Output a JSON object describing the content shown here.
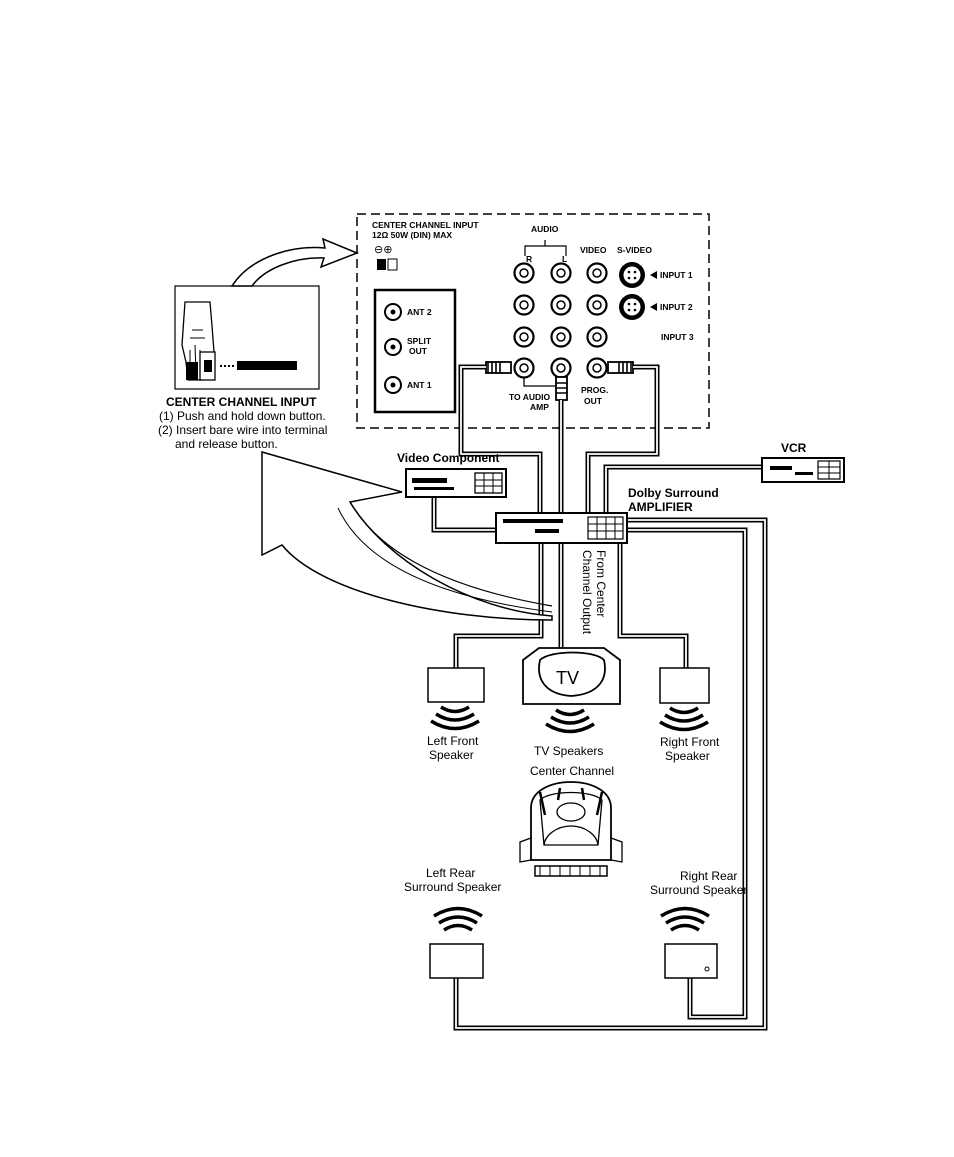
{
  "panel": {
    "center_channel_line1": "CENTER CHANNEL INPUT",
    "center_channel_line2": "12Ω  50W  (DIN) MAX",
    "polarity": "⊖⊕",
    "audio": "AUDIO",
    "r": "R",
    "l": "L",
    "video": "VIDEO",
    "svideo": "S-VIDEO",
    "input1": "INPUT 1",
    "input2": "INPUT 2",
    "input3": "INPUT 3",
    "ant2": "ANT 2",
    "split_out_1": "SPLIT",
    "split_out_2": "OUT",
    "ant1": "ANT 1",
    "to_audio_amp_1": "TO AUDIO",
    "to_audio_amp_2": "AMP",
    "prog_out_1": "PROG.",
    "prog_out_2": "OUT"
  },
  "inset": {
    "title": "CENTER CHANNEL INPUT",
    "step1": "(1) Push and hold down button.",
    "step2": "(2) Insert bare wire into terminal",
    "step2b": "and release button."
  },
  "components": {
    "video_component": "Video Component",
    "vcr": "VCR",
    "amp_line1": "Dolby Surround",
    "amp_line2": "AMPLIFIER",
    "from_center_1": "From Center",
    "from_center_2": "Channel Output",
    "tv": "TV"
  },
  "speakers": {
    "left_front_1": "Left Front",
    "left_front_2": "Speaker",
    "tv_speakers_1": "TV Speakers",
    "tv_speakers_2": "Center Channel",
    "right_front_1": "Right Front",
    "right_front_2": "Speaker",
    "left_rear_1": "Left Rear",
    "left_rear_2": "Surround Speaker",
    "right_rear_1": "Right Rear",
    "right_rear_2": "Surround Speaker"
  }
}
